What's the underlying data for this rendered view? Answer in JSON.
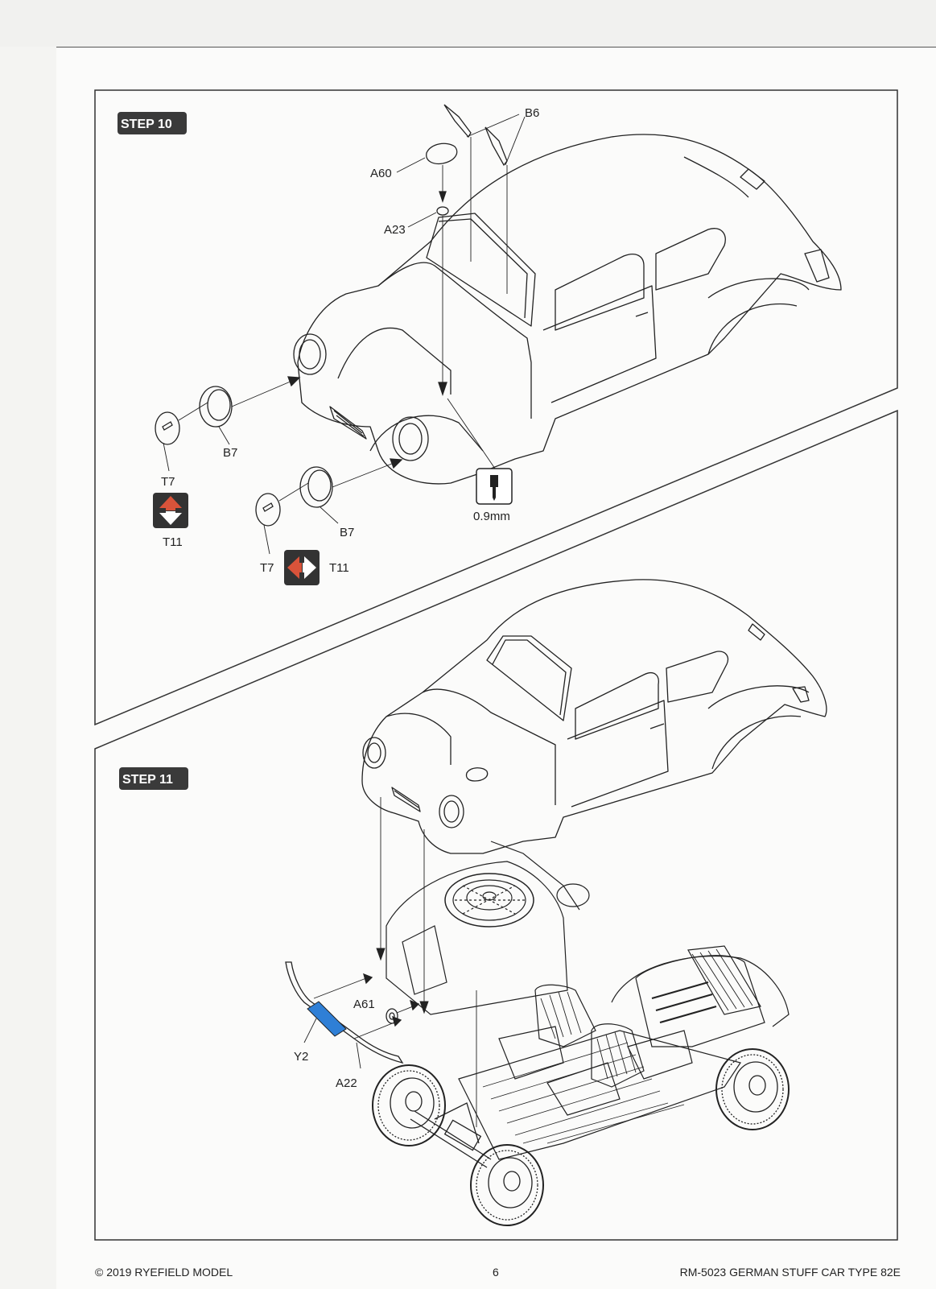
{
  "steps": [
    {
      "label": "STEP 10"
    },
    {
      "label": "STEP 11"
    }
  ],
  "step10": {
    "parts": {
      "b6": "B6",
      "a60": "A60",
      "a23": "A23",
      "b7_left": "B7",
      "b7_right": "B7",
      "t7_left": "T7",
      "t7_right": "T7",
      "t11_left": "T11",
      "t11_right": "T11"
    },
    "drill_size": "0.9mm"
  },
  "step11": {
    "parts": {
      "a61": "A61",
      "y2": "Y2",
      "a22": "A22"
    }
  },
  "colors": {
    "decal_blue": "#2f7fd6",
    "arrow_red": "#d9533a",
    "icon_dark": "#333333"
  },
  "icons": [
    "drill-icon",
    "turn-over-icon",
    "turn-sideways-icon"
  ],
  "footer": {
    "copyright": "© 2019 RYEFIELD MODEL",
    "page_number": "6",
    "product": "RM-5023 GERMAN STUFF CAR TYPE 82E"
  }
}
